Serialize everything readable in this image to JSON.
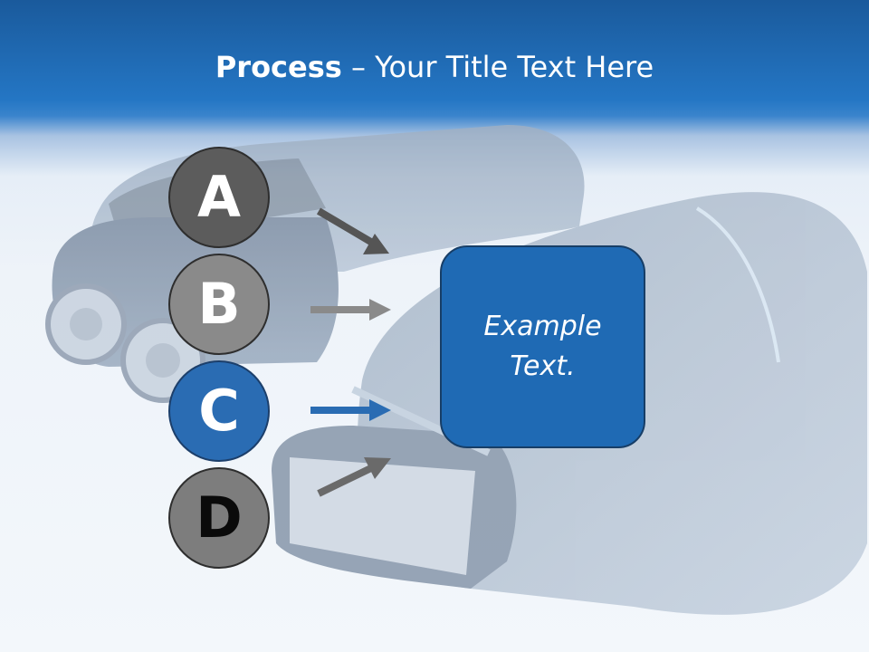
{
  "title": {
    "bold_part": "Process",
    "rest": " – Your Title Text Here"
  },
  "steps": [
    {
      "letter": "A",
      "color": "#5c5c5c"
    },
    {
      "letter": "B",
      "color": "#8a8a8a"
    },
    {
      "letter": "C",
      "color": "#2a6cb3"
    },
    {
      "letter": "D",
      "color": "#7d7d7d"
    }
  ],
  "arrow_colors": [
    "#555555",
    "#8a8a8a",
    "#2a6cb3",
    "#6a6a6a"
  ],
  "example": {
    "text": "Example Text."
  },
  "background": {
    "image": "shaver-photo"
  }
}
